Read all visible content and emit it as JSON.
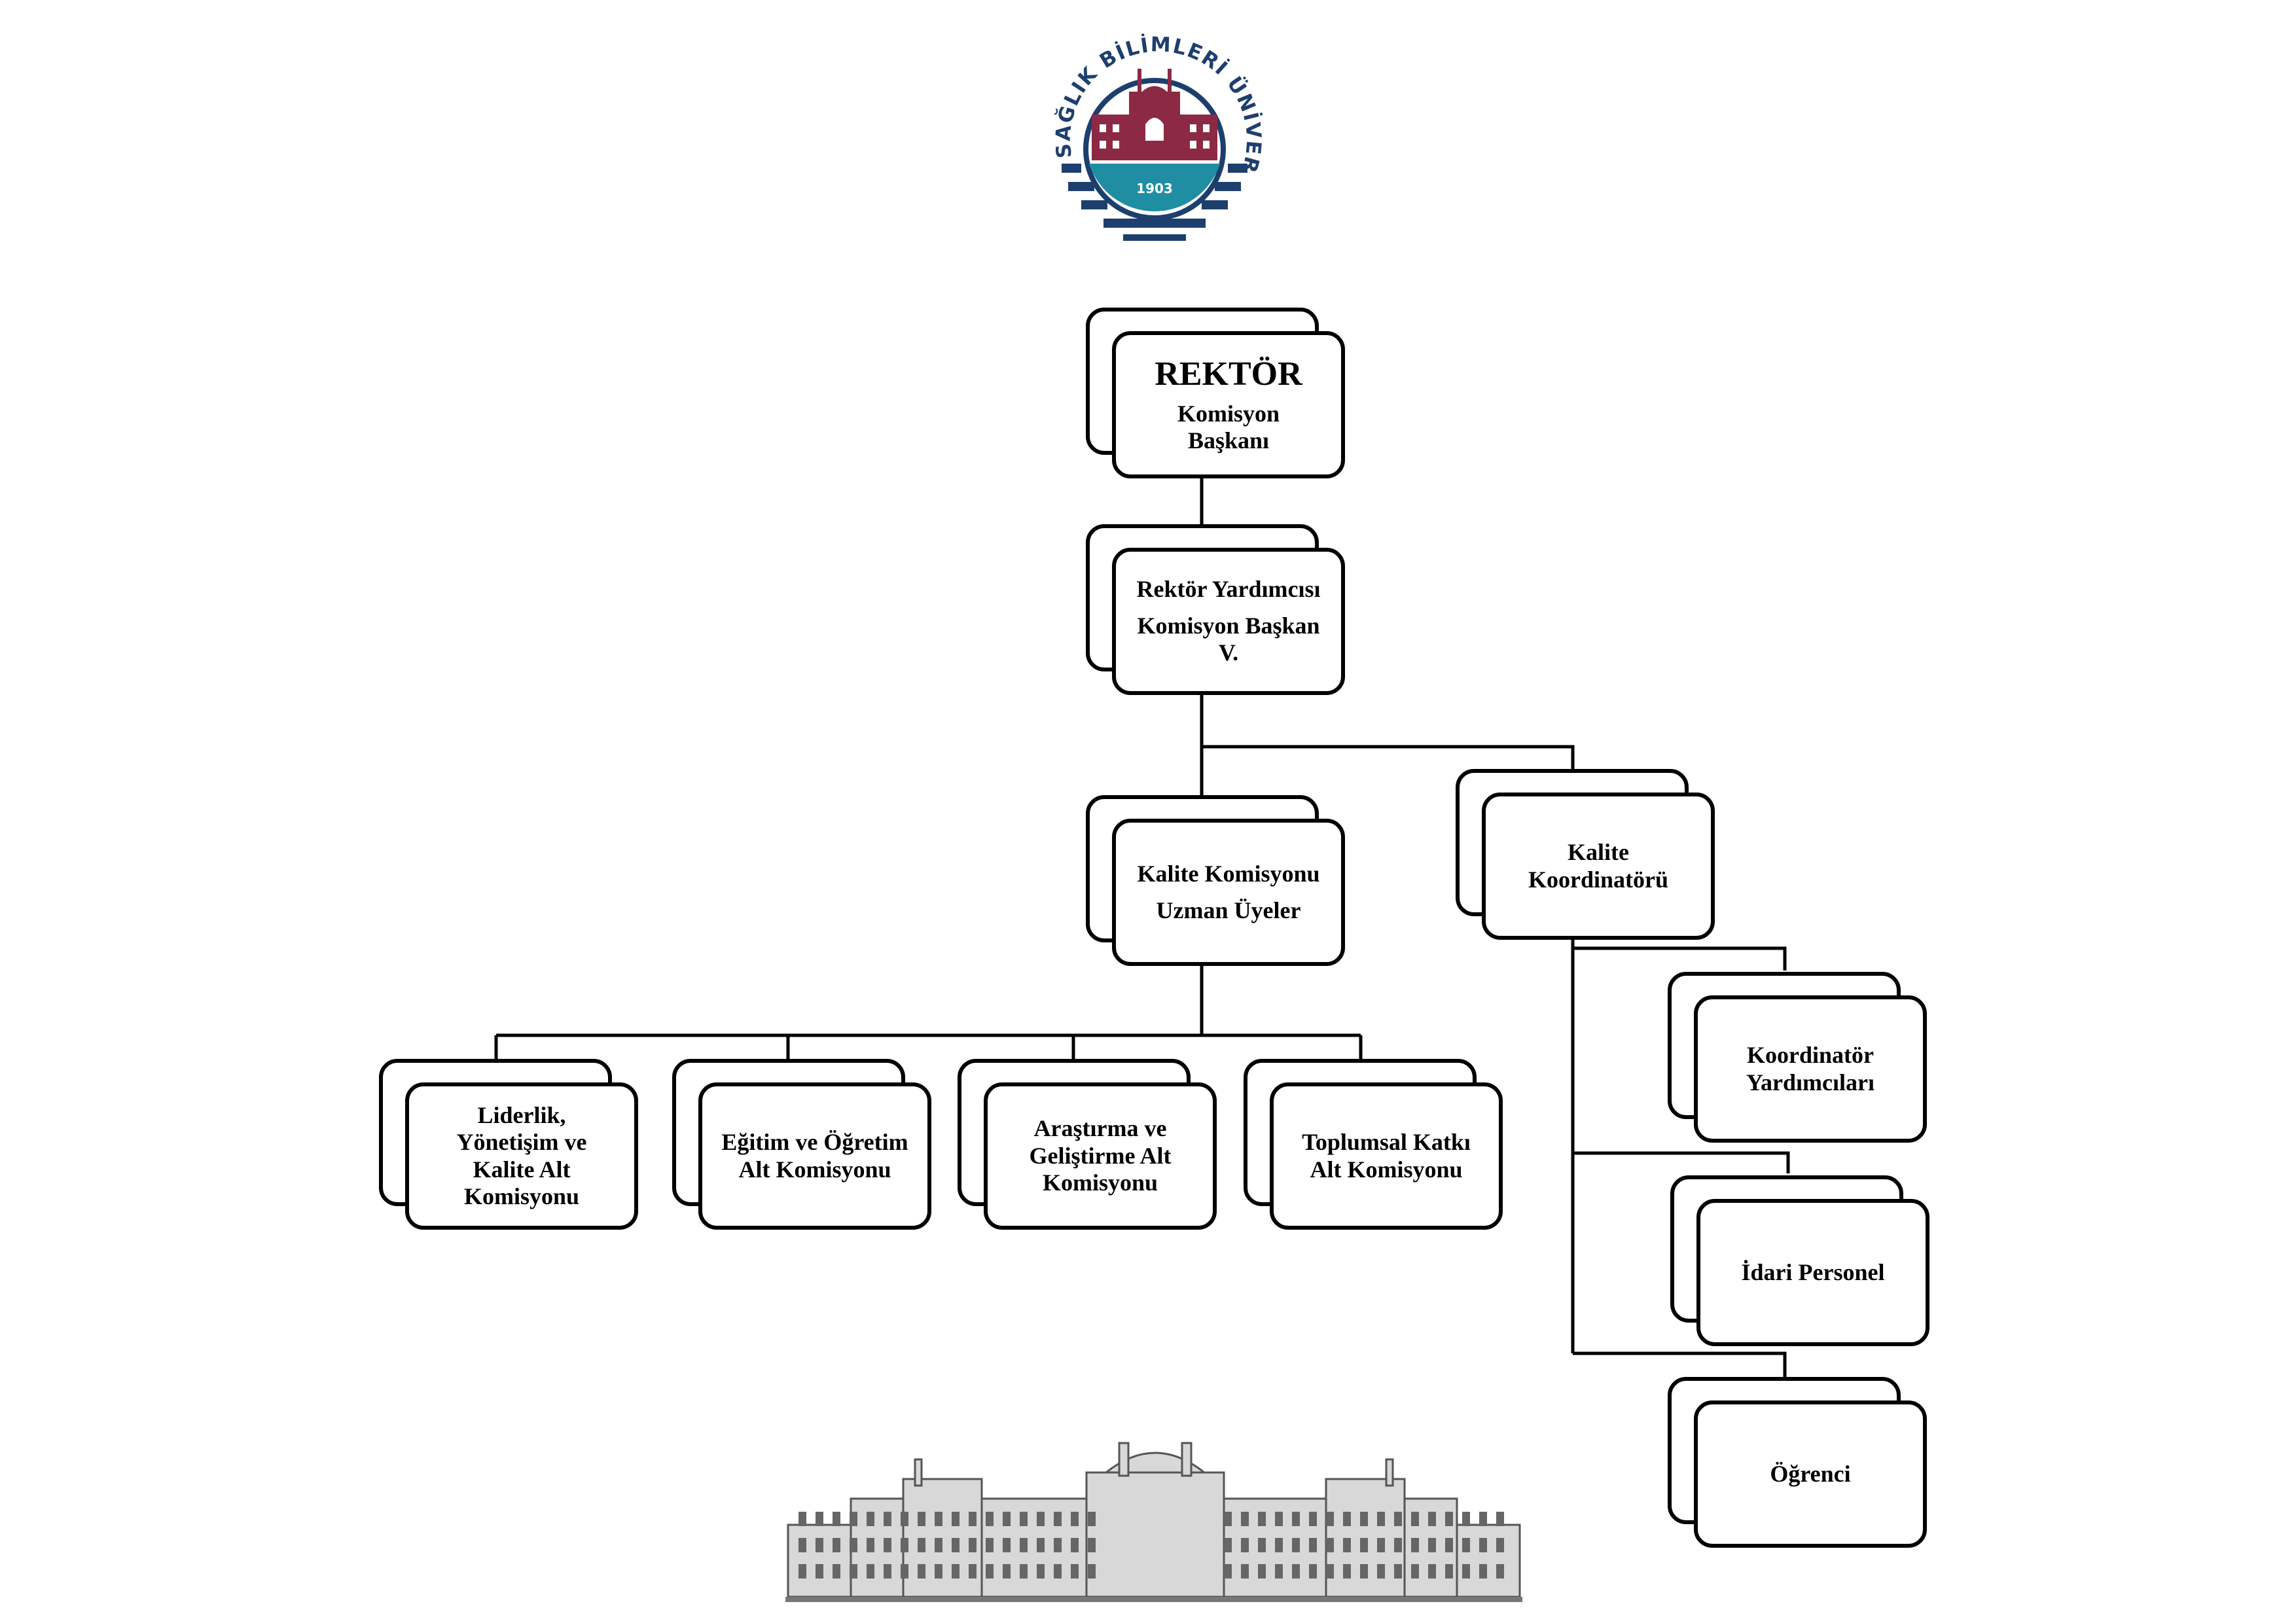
{
  "logo": {
    "text": "SAĞLIK BİLİMLERİ ÜNİVERSİTESİ",
    "year": "1903",
    "colors": {
      "navy": "#1d3f6e",
      "maroon": "#8c2a45",
      "teal": "#1f8ea3"
    }
  },
  "nodes": {
    "rektor": {
      "title": "REKTÖR",
      "line1": "Komisyon",
      "line2": "Başkanı"
    },
    "rektor_yardimcisi": {
      "line1": "Rektör Yardımcısı",
      "line2": "Komisyon Başkan",
      "line3": "V."
    },
    "kalite_komisyonu": {
      "line1": "Kalite Komisyonu",
      "line2": "Uzman Üyeler"
    },
    "kalite_koordinatoru": {
      "line1": "Kalite",
      "line2": "Koordinatörü"
    },
    "sub_commissions": [
      {
        "lines": [
          "Liderlik,",
          "Yönetişim ve",
          "Kalite Alt",
          "Komisyonu"
        ]
      },
      {
        "lines": [
          "Eğitim ve Öğretim",
          "Alt Komisyonu"
        ]
      },
      {
        "lines": [
          "Araştırma ve",
          "Geliştirme Alt",
          "Komisyonu"
        ]
      },
      {
        "lines": [
          "Toplumsal Katkı",
          "Alt Komisyonu"
        ]
      }
    ],
    "coordinator_units": [
      {
        "lines": [
          "Koordinatör",
          "Yardımcıları"
        ]
      },
      {
        "lines": [
          "İdari Personel"
        ]
      },
      {
        "lines": [
          "Öğrenci"
        ]
      }
    ]
  }
}
